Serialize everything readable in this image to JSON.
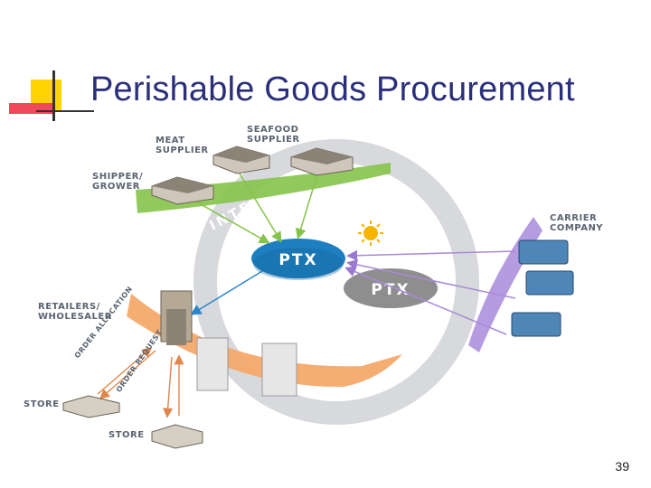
{
  "slide": {
    "title": "Perishable Goods Procurement",
    "page_number": "39"
  },
  "diagram": {
    "hub_primary": "PTX",
    "hub_secondary": "PTX",
    "ring_label": "INTERNET",
    "labels": {
      "meat_supplier": "MEAT\nSUPPLIER",
      "seafood_supplier": "SEAFOOD\nSUPPLIER",
      "shipper_grower": "SHIPPER/\nGROWER",
      "carrier_company": "CARRIER\nCOMPANY",
      "retailers_wholesaler": "RETAILERS/\nWHOLESALER",
      "store_left": "STORE",
      "store_bottom": "STORE",
      "order_allocation": "ORDER ALLOCATION",
      "order_request": "ORDER REQUEST"
    }
  },
  "colors": {
    "title": "#2b2f7a",
    "hub_primary": "#1e7fc0",
    "hub_secondary": "#8a8a8a",
    "ring": "#d7d9dc",
    "supplier_band": "#7cc242",
    "retail_band": "#f4a460",
    "carrier_band": "#b59be0",
    "accent_yellow": "#ffd400",
    "accent_red": "#e8384f"
  }
}
